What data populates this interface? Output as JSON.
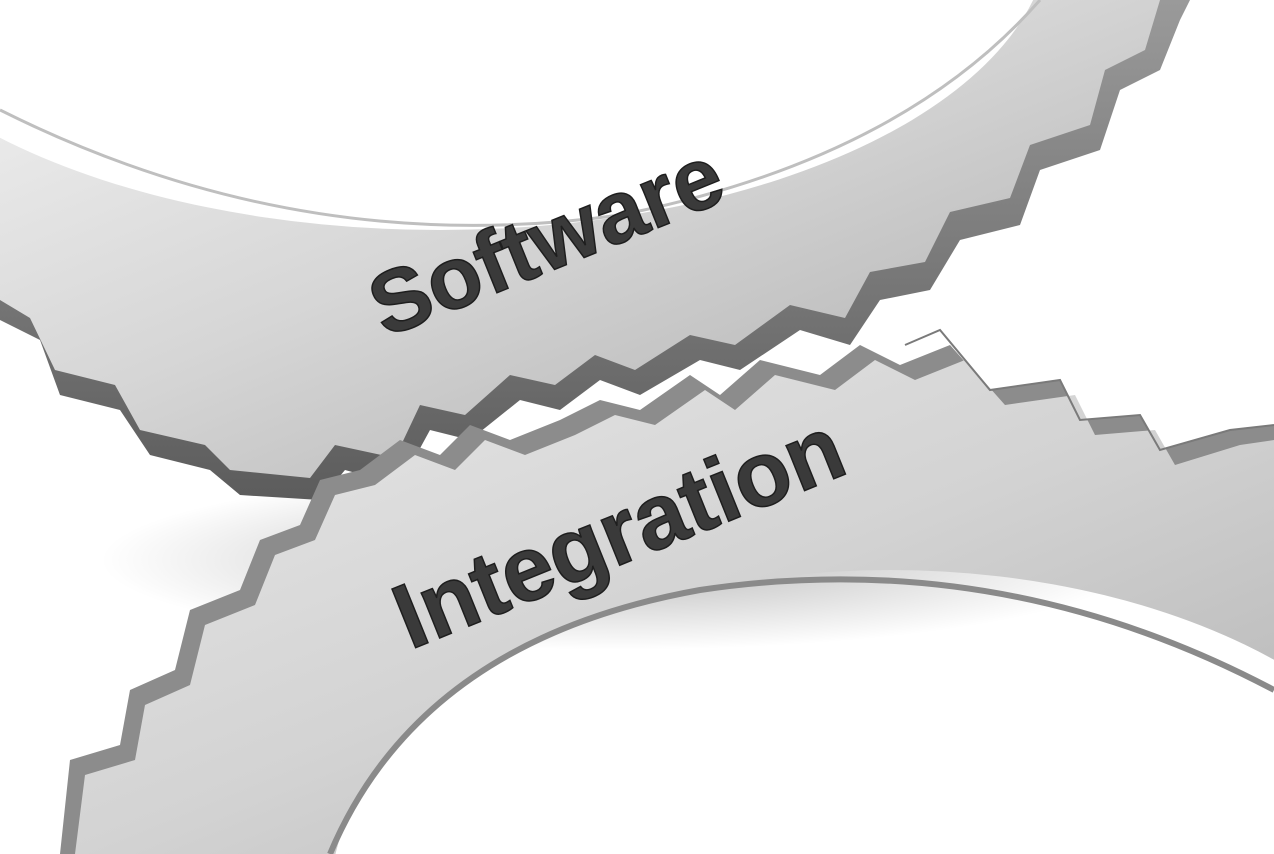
{
  "scene": {
    "subject": "two interlocking metal gears",
    "background_color": "#ffffff",
    "gear_color_light": "#e4e4e4",
    "gear_color_mid": "#bdbdbd",
    "gear_color_dark": "#6e6e6e",
    "text_color": "#3a3a3a"
  },
  "labels": {
    "upper_gear_text": "Software",
    "lower_gear_text": "Integration"
  }
}
